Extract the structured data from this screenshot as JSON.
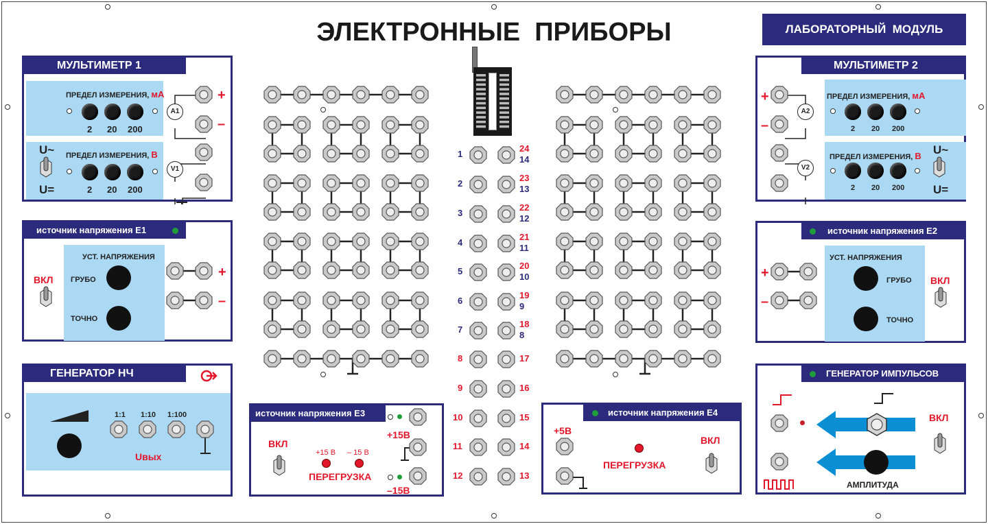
{
  "header": {
    "title": "ЭЛЕКТРОННЫЕ  ПРИБОРЫ",
    "badge": "ЛАБОРАТОРНЫЙ  МОДУЛЬ"
  },
  "colors": {
    "navy": "#2b2a7c",
    "red": "#e3162a",
    "panel_blue": "#abd9f4",
    "arrow_blue": "#0a8fd4",
    "socket": "#c9c9c9"
  },
  "multimeter1": {
    "title": "МУЛЬТИМЕТР 1",
    "current_label": "ПРЕДЕЛ ИЗМЕРЕНИЯ,",
    "current_unit": "мА",
    "voltage_label": "ПРЕДЕЛ ИЗМЕРЕНИЯ,",
    "voltage_unit": "В",
    "ranges": [
      "2",
      "20",
      "200"
    ],
    "ammeter": "A1",
    "voltmeter": "V1",
    "plus": "+",
    "minus": "–",
    "u_ac": "U~",
    "u_dc": "U="
  },
  "multimeter2": {
    "title": "МУЛЬТИМЕТР 2",
    "current_label": "ПРЕДЕЛ ИЗМЕРЕНИЯ,",
    "current_unit": "мА",
    "voltage_label": "ПРЕДЕЛ ИЗМЕРЕНИЯ,",
    "voltage_unit": "В",
    "ranges": [
      "2",
      "20",
      "200"
    ],
    "ammeter": "A2",
    "voltmeter": "V2",
    "plus": "+",
    "minus": "–",
    "u_ac": "U~",
    "u_dc": "U="
  },
  "e1": {
    "title": "источник напряжения E1",
    "on": "ВКЛ",
    "set": "УСТ. НАПРЯЖЕНИЯ",
    "coarse": "ГРУБО",
    "fine": "ТОЧНО",
    "plus": "+",
    "minus": "–"
  },
  "e2": {
    "title": "источник напряжения E2",
    "on": "ВКЛ",
    "set": "УСТ. НАПРЯЖЕНИЯ",
    "coarse": "ГРУБО",
    "fine": "ТОЧНО",
    "plus": "+",
    "minus": "–"
  },
  "lfgen": {
    "title": "ГЕНЕРАТОР НЧ",
    "ratios": [
      "1:1",
      "1:10",
      "1:100"
    ],
    "out": "Uвых"
  },
  "e3": {
    "title": "источник напряжения E3",
    "on": "ВКЛ",
    "p15": "+15 В",
    "m15": "– 15 В",
    "overload": "ПЕРЕГРУЗКА",
    "out_p": "+15В",
    "out_m": "–15В"
  },
  "e4": {
    "title": "источник напряжения E4",
    "out": "+5В",
    "overload": "ПЕРЕГРУЗКА",
    "on": "ВКЛ"
  },
  "pulsegen": {
    "title": "ГЕНЕРАТОР ИМПУЛЬСОВ",
    "on": "ВКЛ",
    "amplitude": "АМПЛИТУДА"
  },
  "pins": {
    "left": [
      "1",
      "2",
      "3",
      "4",
      "5",
      "6",
      "7",
      "8",
      "9",
      "10",
      "11",
      "12"
    ],
    "right_top": [
      "24",
      "23",
      "22",
      "21",
      "20",
      "19",
      "18",
      "17",
      "16",
      "15",
      "14",
      "13"
    ],
    "right_bottom": [
      "14",
      "13",
      "12",
      "11",
      "10",
      "9",
      "8"
    ]
  }
}
